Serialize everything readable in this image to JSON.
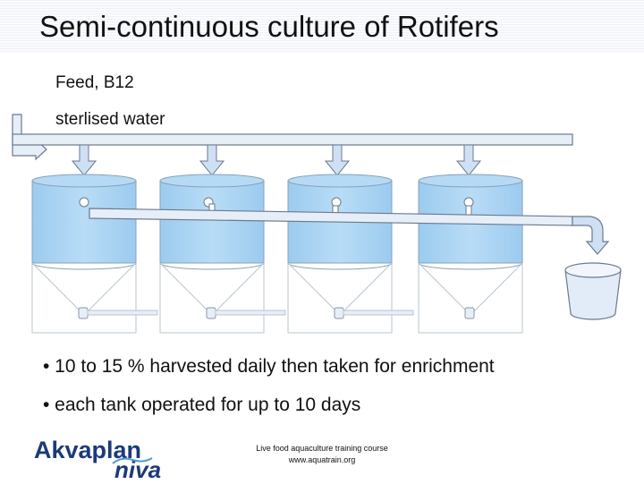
{
  "title": "Semi-continuous culture of Rotifers",
  "labels": {
    "feed": "Feed, B12",
    "water": "sterlised water"
  },
  "bullets": [
    "• 10 to 15 % harvested daily then taken for enrichment",
    "• each tank operated for up to 10 days"
  ],
  "footer": {
    "line1": "Live food aquaculture training course",
    "line2": "www.aquatrain.org"
  },
  "logo": {
    "part1": "Akvaplan",
    "part2": "niva"
  },
  "colors": {
    "tank_fill": "#a8d4f3",
    "tank_stroke": "#8aa0b8",
    "pipe_fill": "#e6eef8",
    "arrow_fill": "#cfe0f4",
    "logo_blue": "#1b3a7a"
  }
}
